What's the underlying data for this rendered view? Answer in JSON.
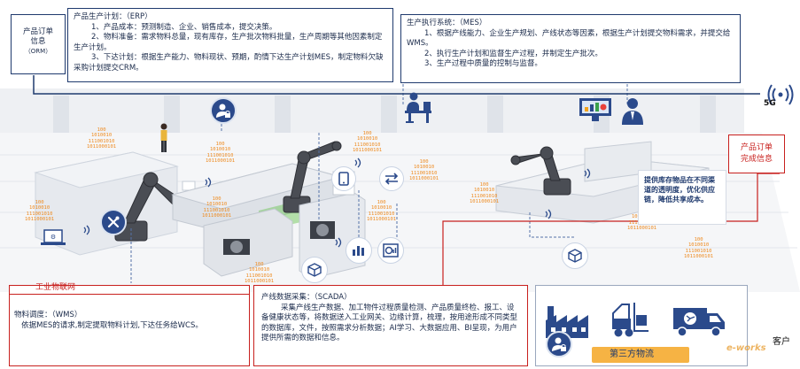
{
  "order_info_box": {
    "line1": "产品订单",
    "line2": "信息",
    "line3": "（ORM）"
  },
  "erp_box": {
    "title": "产品生产计划：（ERP）",
    "item1": "1、产品成本：预测制造、企业、销售成本，提交决策。",
    "item2": "2、物料准备：需求物料总量，现有库存，生产批次物料批量，生产周期等其他因素制定生产计划。",
    "item3": "3、下达计划：根据生产能力、物料现状、预期，酌情下达生产计划MES，制定物料欠缺采购计划提交CRM。"
  },
  "mes_box": {
    "title": "生产执行系统：（MES）",
    "item1": "1、根据产线能力、企业生产规划、产线状态等因素，根据生产计划提交物料需求，并提交给WMS。",
    "item2": "2、执行生产计划和监督生产过程，并制定生产批次。",
    "item3": "3、生产过程中质量的控制与监督。"
  },
  "signal_label": "5G",
  "order_complete": {
    "line1": "产品订单",
    "line2": "完成信息"
  },
  "inventory_box": {
    "text": "提供库存物品在不同渠道的透明度，优化供应链，降低共享成本。"
  },
  "binary_codes": {
    "b1": "100\n1010010\n111001010\n1011000101",
    "b2": "100\n1010010\n111001010\n1011000101",
    "b3": "100\n1010010\n111001010\n1011000101",
    "b4": "100\n1010010\n111001010\n1011000101",
    "b5": "100\n1010010\n111001010\n1011000101",
    "b6": "100\n1010010\n111001010\n1011000101",
    "b7": "100\n1010010\n111001010\n1011000101",
    "b8": "100\n1010010\n111001010\n1011000101",
    "b9": "100\n1010010\n111001010\n1011000101",
    "b10": "100\n1010010\n111001010\n1011000101",
    "b11": "100\n1010010\n111001010\n1011000101"
  },
  "iot_label": "工业物联网",
  "wms_box": {
    "text": "物料调度：（WMS）\n   依据MES的请求,制定提取物料计划,下达任务给WCS。"
  },
  "scada_box": {
    "title": "产线数据采集：（SCADA）",
    "body": "采集产线生产数据、加工物件过程质量检测、产品质量终检、报工、设备健康状态等，将数据送入工业网关、边缘计算，梳理，按用途形成不同类型的数据库，文件，按照需求分析数据；AI学习、大数据应用、BI呈现，为用户提供所需的数据和信息。"
  },
  "logistics_label": "第三方物流",
  "customer_label": "客户",
  "watermark": "e-works",
  "colors": {
    "navy": "#1f3a6e",
    "red": "#c8201e",
    "orange": "#ee8a1e",
    "icon_blue": "#2b4a8b"
  }
}
